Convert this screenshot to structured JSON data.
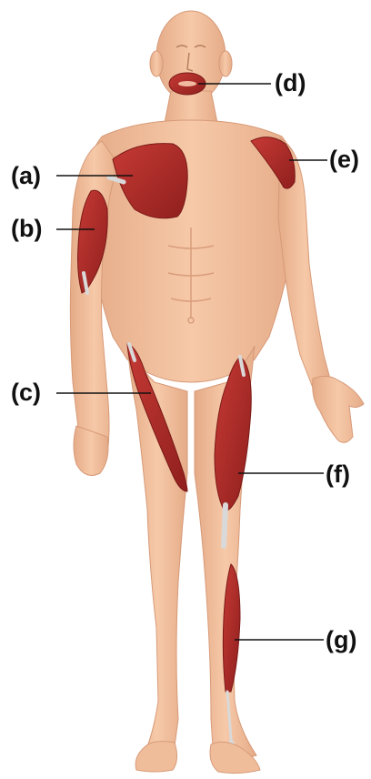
{
  "labels": {
    "a": "(a)",
    "b": "(b)",
    "c": "(c)",
    "d": "(d)",
    "e": "(e)",
    "f": "(f)",
    "g": "(g)"
  },
  "colors": {
    "skin": "#f3c2a0",
    "skin_shadow": "#e2a986",
    "muscle": "#b8302c",
    "muscle_dark": "#8f1f1d",
    "tendon": "#d9d9d9",
    "leader_line": "#111111"
  }
}
